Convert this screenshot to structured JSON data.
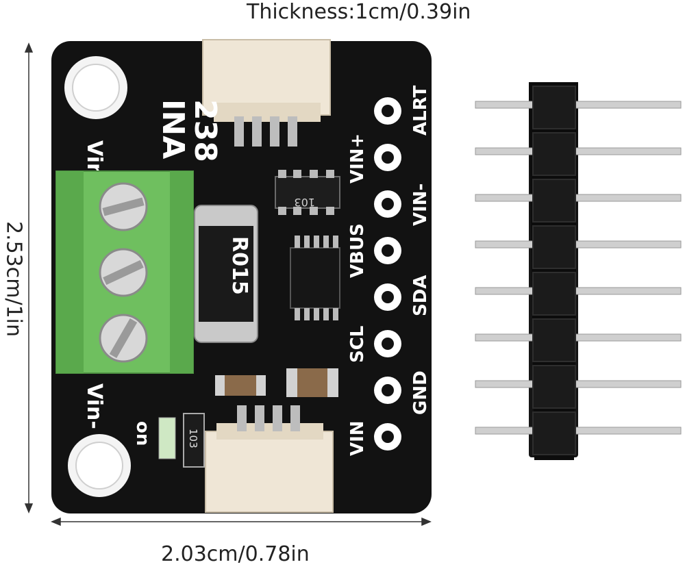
{
  "dimensions": {
    "thickness": "Thickness:1cm/0.39in",
    "width": "2.03cm/0.78in",
    "height": "2.53cm/1in"
  },
  "board": {
    "chip_name_line1": "INA",
    "chip_name_line2": "238",
    "vin_plus": "Vin+",
    "vin_minus": "Vin-",
    "led_label": "on",
    "resistor_code": "R015",
    "small_chip_code": "103",
    "small_resistor_code": "103",
    "pins": [
      "ALRT",
      "VIN+",
      "VIN-",
      "VBUS",
      "SDA",
      "SCL",
      "GND",
      "VIN"
    ]
  },
  "colors": {
    "pcb": "#111111",
    "terminal_block": "#6fbf5f",
    "connector": "#f3ece0",
    "header_pins": "#c8c8c8"
  }
}
